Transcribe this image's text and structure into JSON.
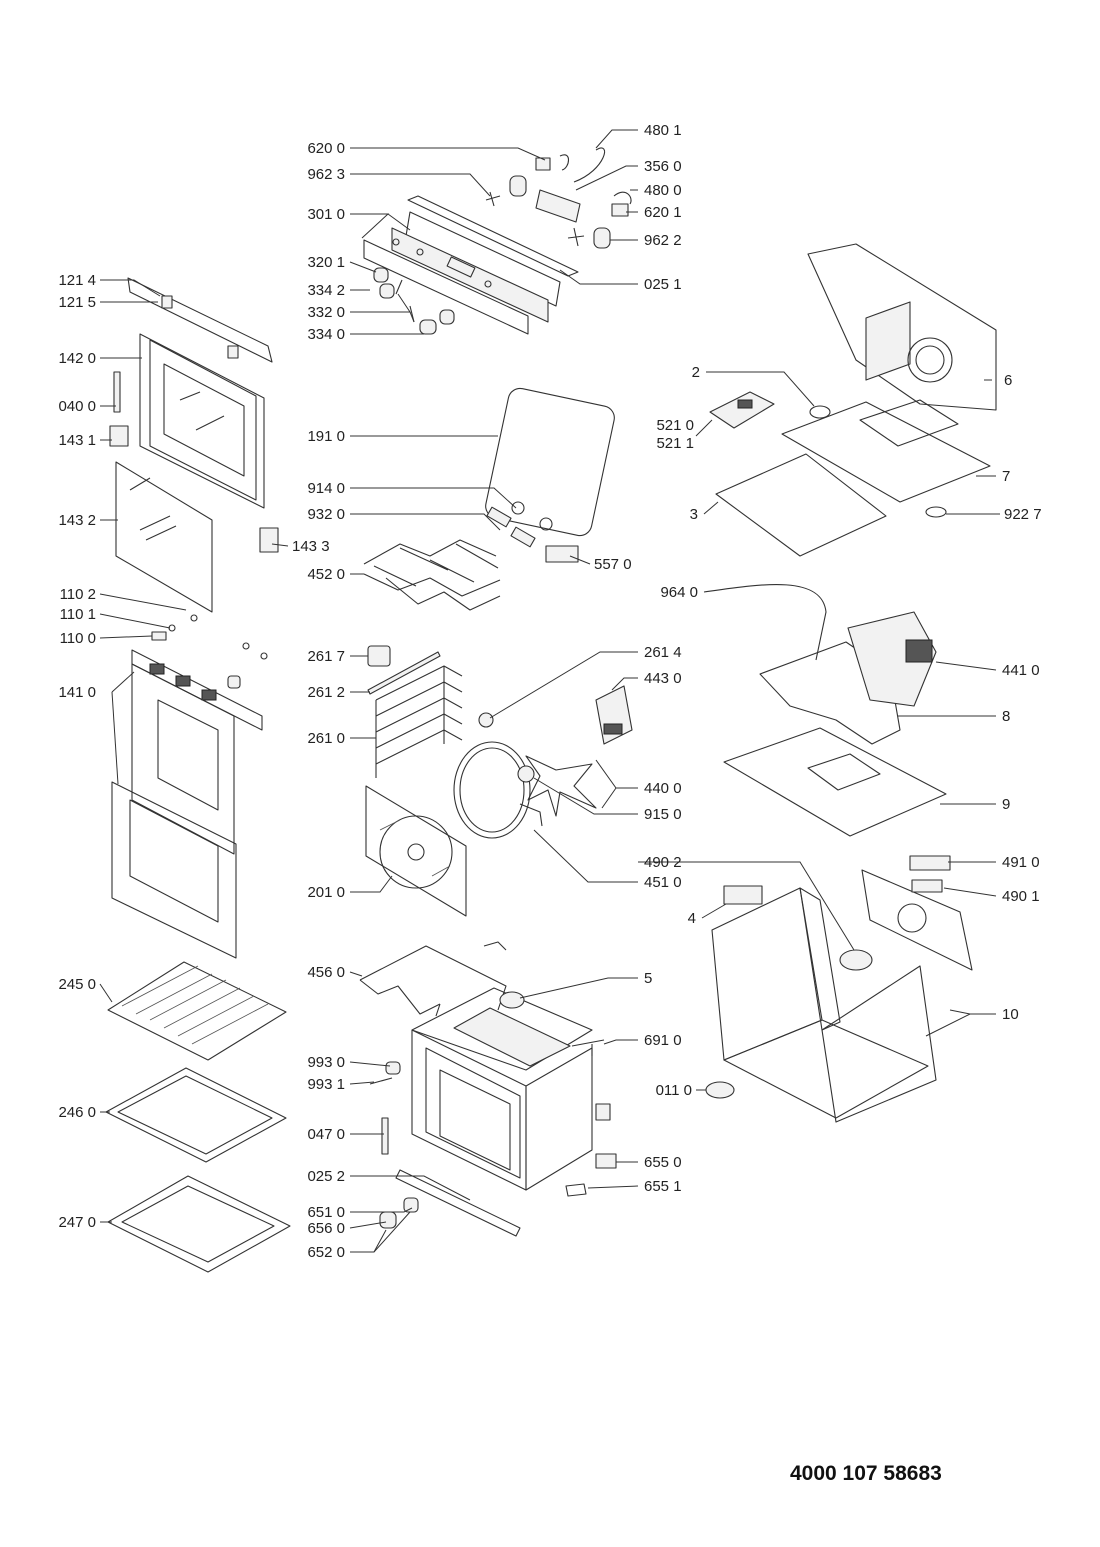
{
  "document_number": "4000 107 58683",
  "parts": {
    "p6200": "620 0",
    "p4801": "480 1",
    "p9623": "962 3",
    "p3560": "356 0",
    "p4800": "480 0",
    "p3010": "301 0",
    "p6201": "620 1",
    "p9622": "962 2",
    "p3201": "320 1",
    "p0251": "025 1",
    "p3342": "334 2",
    "p3320": "332 0",
    "p3340": "334 0",
    "p1214": "121 4",
    "p1215": "121 5",
    "p1420": "142 0",
    "p0400": "040 0",
    "p1431": "143 1",
    "p1910": "191 0",
    "p9140": "914 0",
    "p9320": "932 0",
    "p4520": "452 0",
    "p1432": "143 2",
    "p1433": "143 3",
    "p5570": "557 0",
    "p1102": "110 2",
    "p1101": "110 1",
    "p1100": "110 0",
    "p9640": "964 0",
    "p2617": "261 7",
    "p2614": "261 4",
    "p2612": "261 2",
    "p4430": "443 0",
    "p4410": "441 0",
    "p1410": "141 0",
    "p2610": "261 0",
    "p4400": "440 0",
    "p9150": "915 0",
    "p4902": "490 2",
    "p4510": "451 0",
    "p4910": "491 0",
    "p2010": "201 0",
    "p4901": "490 1",
    "p4560": "456 0",
    "p2450": "245 0",
    "p6910": "691 0",
    "p9930": "993 0",
    "p9931": "993 1",
    "p0110": "011 0",
    "p2460": "246 0",
    "p0470": "047 0",
    "p6550": "655 0",
    "p0252": "025 2",
    "p6551": "655 1",
    "p6510": "651 0",
    "p2470": "247 0",
    "p6560": "656 0",
    "p6520": "652 0",
    "p2": "2",
    "p6": "6",
    "p5210": "521 0",
    "p5211": "521 1",
    "p7": "7",
    "p3": "3",
    "p9227": "922 7",
    "p8": "8",
    "p9": "9",
    "p4": "4",
    "p5": "5",
    "p10": "10"
  }
}
